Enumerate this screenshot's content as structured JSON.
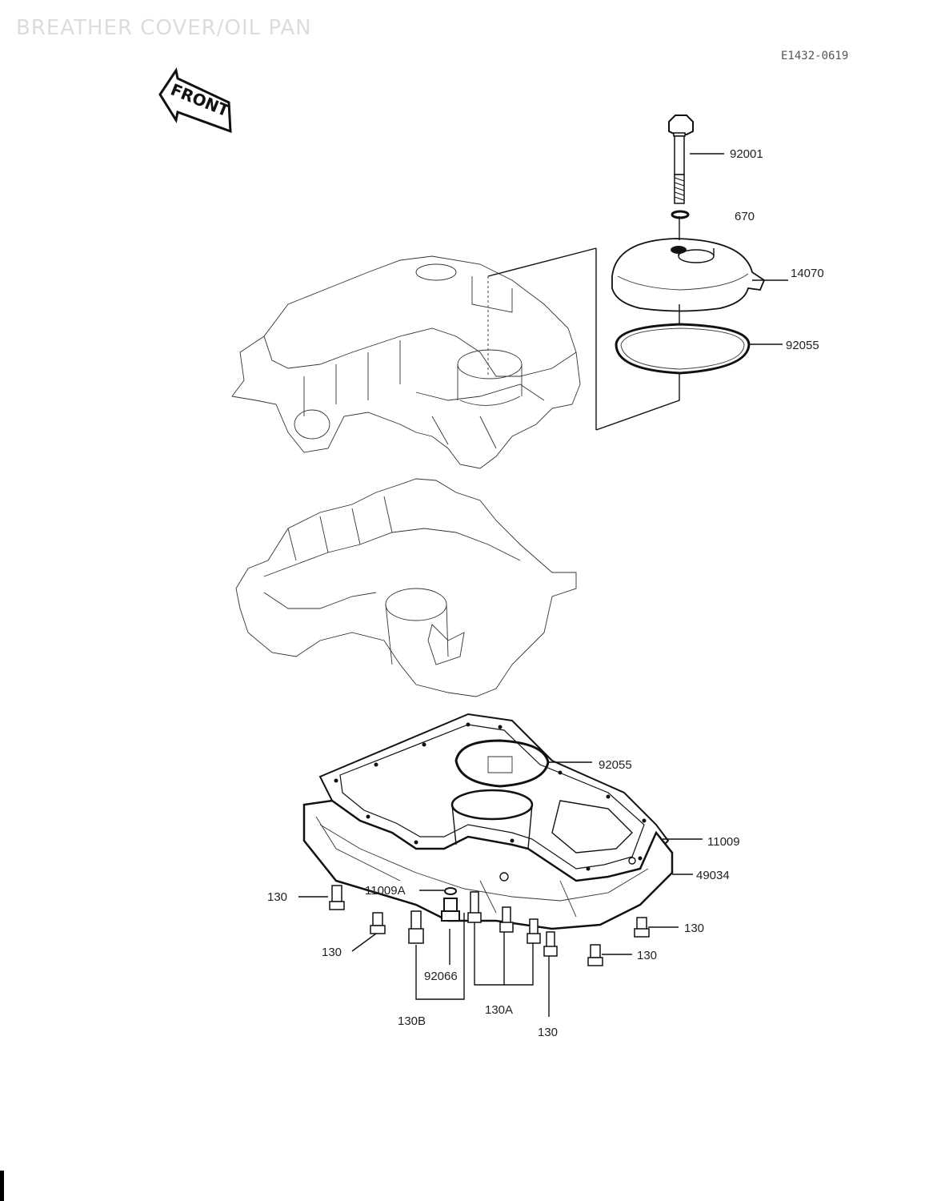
{
  "title": "BREATHER COVER/OIL PAN",
  "reference": "E1432-0619",
  "front_label": "FRONT",
  "parts": {
    "bolt_top": "92001",
    "washer": "670",
    "breather_cover": "14070",
    "oring_upper": "92055",
    "oring_lower": "92055",
    "gasket": "11009",
    "oil_pan": "49034",
    "washer_plug": "11009A",
    "drain_plug": "92066",
    "bolt_a": "130A",
    "bolt_b": "130B",
    "bolt_1": "130",
    "bolt_2": "130",
    "bolt_3": "130",
    "bolt_4": "130",
    "bolt_5": "130"
  }
}
